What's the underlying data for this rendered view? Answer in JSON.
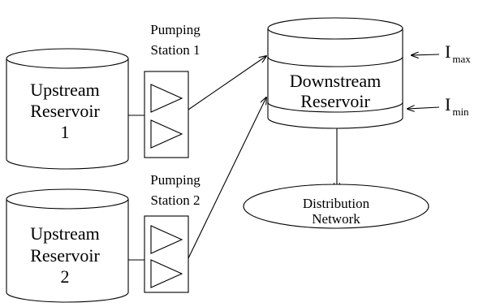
{
  "upstream_reservoir_1": {
    "line1": "Upstream",
    "line2": "Reservoir",
    "line3": "1"
  },
  "upstream_reservoir_2": {
    "line1": "Upstream",
    "line2": "Reservoir",
    "line3": "2"
  },
  "pumping_station_1": {
    "line1": "Pumping",
    "line2": "Station 1"
  },
  "pumping_station_2": {
    "line1": "Pumping",
    "line2": "Station 2"
  },
  "downstream_reservoir": {
    "line1": "Downstream",
    "line2": "Reservoir"
  },
  "level_max": {
    "symbol": "I",
    "subscript": "max"
  },
  "level_min": {
    "symbol": "I",
    "subscript": "min"
  },
  "distribution_network": {
    "line1": "Distribution",
    "line2": "Network"
  }
}
